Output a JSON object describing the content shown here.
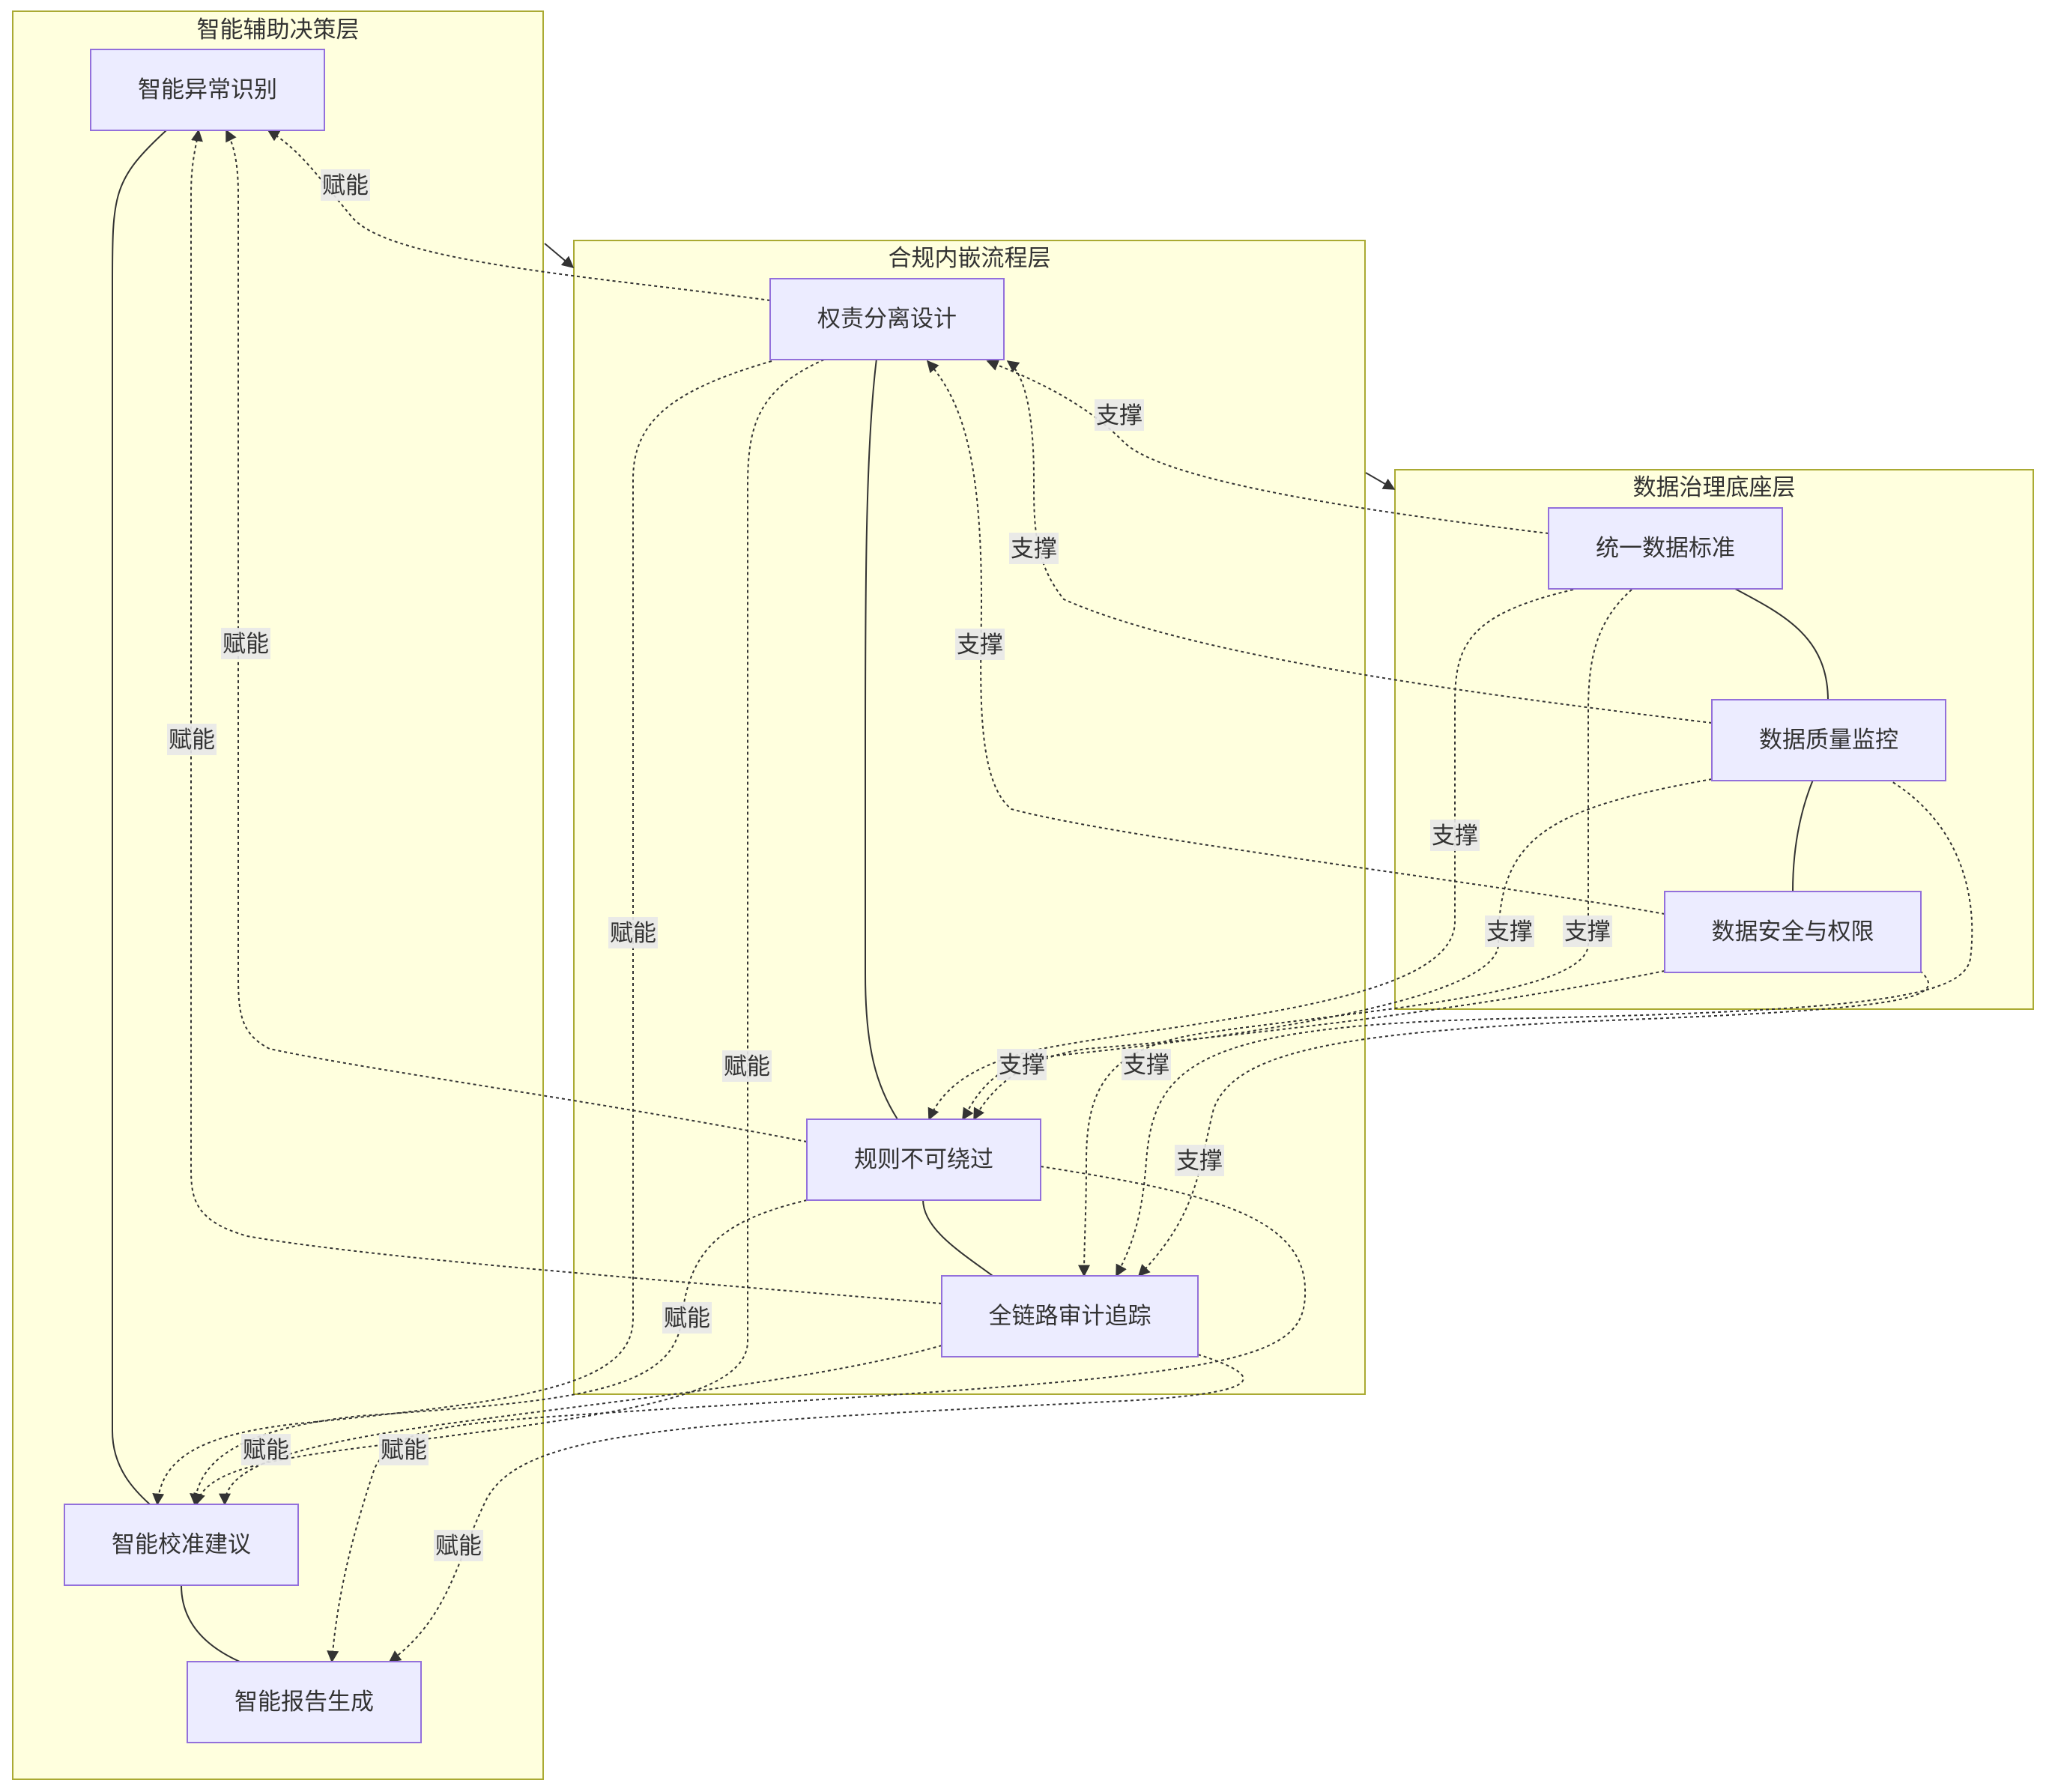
{
  "clusters": {
    "ai": {
      "title": "智能辅助决策层"
    },
    "compliance": {
      "title": "合规内嵌流程层"
    },
    "data": {
      "title": "数据治理底座层"
    }
  },
  "nodes": {
    "anomaly": "智能异常识别",
    "calibration": "智能校准建议",
    "report": "智能报告生成",
    "separation": "权责分离设计",
    "rules": "规则不可绕过",
    "audit": "全链路审计追踪",
    "standard": "统一数据标准",
    "quality": "数据质量监控",
    "security": "数据安全与权限"
  },
  "edge_labels": {
    "support": "支撑",
    "enable": "赋能"
  },
  "colors": {
    "cluster_fill": "#ffffde",
    "cluster_border": "#aaaa33",
    "node_fill": "#ececff",
    "node_border": "#9370db",
    "line": "#333333",
    "text": "#333333"
  }
}
